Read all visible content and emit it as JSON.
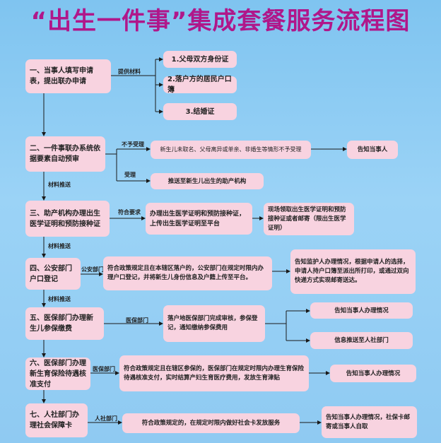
{
  "title": "“出生一件事”集成套餐服务流程图",
  "steps": [
    "一、当事人填写申请表，提出联办申请",
    "二、一件事联办系统依据要素自动预审",
    "三、助产机构办理出生医学证明和预防接种证",
    "四、公安部门户口登记",
    "五、医保部门办理新生儿参保缴费",
    "六、医保部门办理新生育保险待遇核准支付",
    "七、人社部门办理社会保障卡"
  ],
  "materials": {
    "label": "提供材料",
    "items": [
      "1.父母双方身份证",
      "2.落户方的居民户口簿",
      "3.结婚证"
    ]
  },
  "step2": {
    "reject_label": "不予受理",
    "reject_text": "新生儿未取名、父母离异或单亲、非婚生等情形不予受理",
    "reject_result": "告知当事人",
    "accept_label": "受理",
    "accept_text": "推送至新生儿出生的助产机构"
  },
  "push_label": "材料推送",
  "step3": {
    "label": "符合要求",
    "text": "办理出生医学证明和预防接种证，上传出生医学证明至平台",
    "result": "现场领取出生医学证明和预防接种证或者邮寄（限出生医学证明）"
  },
  "step4": {
    "label": "公安部门",
    "text": "符合政策规定且在本辖区落户的，公安部门在规定时限内办理户口登记，并将新生儿身份信息及户籍上传至平台。",
    "result": "告知监护人办理情况，根据申请人的选择，申请人持户口簿至派出所打印，或通过双向快递方式实现邮寄送达。"
  },
  "step5": {
    "label": "医保部门",
    "text": "落户地医保部门完成审核，参保登记，通知缴纳参保费用",
    "results": [
      "告知当事人办理情况",
      "信息推送至人社部门"
    ]
  },
  "step6": {
    "label": "医保部门",
    "text": "符合政策规定且在辖区参保的，医保部门在规定时限内办理生育保险待遇核准支付，实时结算产妇生育医疗费用，发放生育津贴",
    "result": "告知当事人办理情况"
  },
  "step7": {
    "label": "人社部门",
    "text": "符合政策规定的，在规定时限内做好社会卡发放服务",
    "result": "告知当事人办理情况，社保卡邮寄或当事人自取"
  },
  "colors": {
    "title": "#b0178a",
    "box": "#f8d3e0",
    "line": "#1a1a1a",
    "background": "#8fcaf2"
  }
}
